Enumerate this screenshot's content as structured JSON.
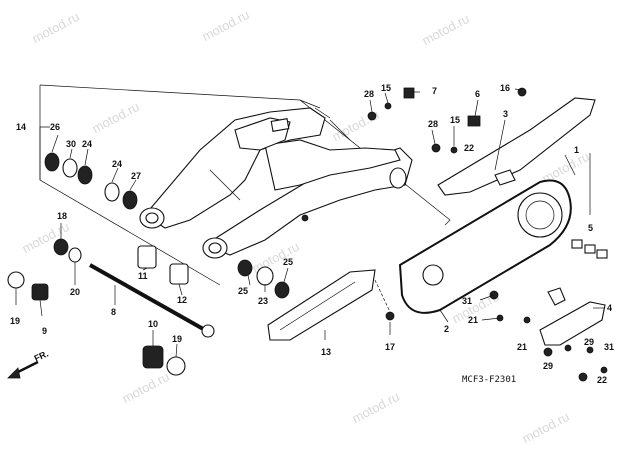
{
  "watermark": "motod.ru",
  "diagram_code": "MCF3-F2301",
  "direction_label": "FR.",
  "callouts": {
    "c1": "1",
    "c2": "2",
    "c3": "3",
    "c4": "4",
    "c5": "5",
    "c6": "6",
    "c7": "7",
    "c8": "8",
    "c9": "9",
    "c10": "10",
    "c11": "11",
    "c12": "12",
    "c13": "13",
    "c14": "14",
    "c15a": "15",
    "c15b": "15",
    "c16": "16",
    "c17": "17",
    "c18": "18",
    "c19a": "19",
    "c19b": "19",
    "c20": "20",
    "c21a": "21",
    "c21b": "21",
    "c22a": "22",
    "c22b": "22",
    "c23": "23",
    "c24a": "24",
    "c24b": "24",
    "c25a": "25",
    "c25b": "25",
    "c26": "26",
    "c27": "27",
    "c28a": "28",
    "c28b": "28",
    "c29a": "29",
    "c29b": "29",
    "c30": "30",
    "c31a": "31",
    "c31b": "31"
  }
}
